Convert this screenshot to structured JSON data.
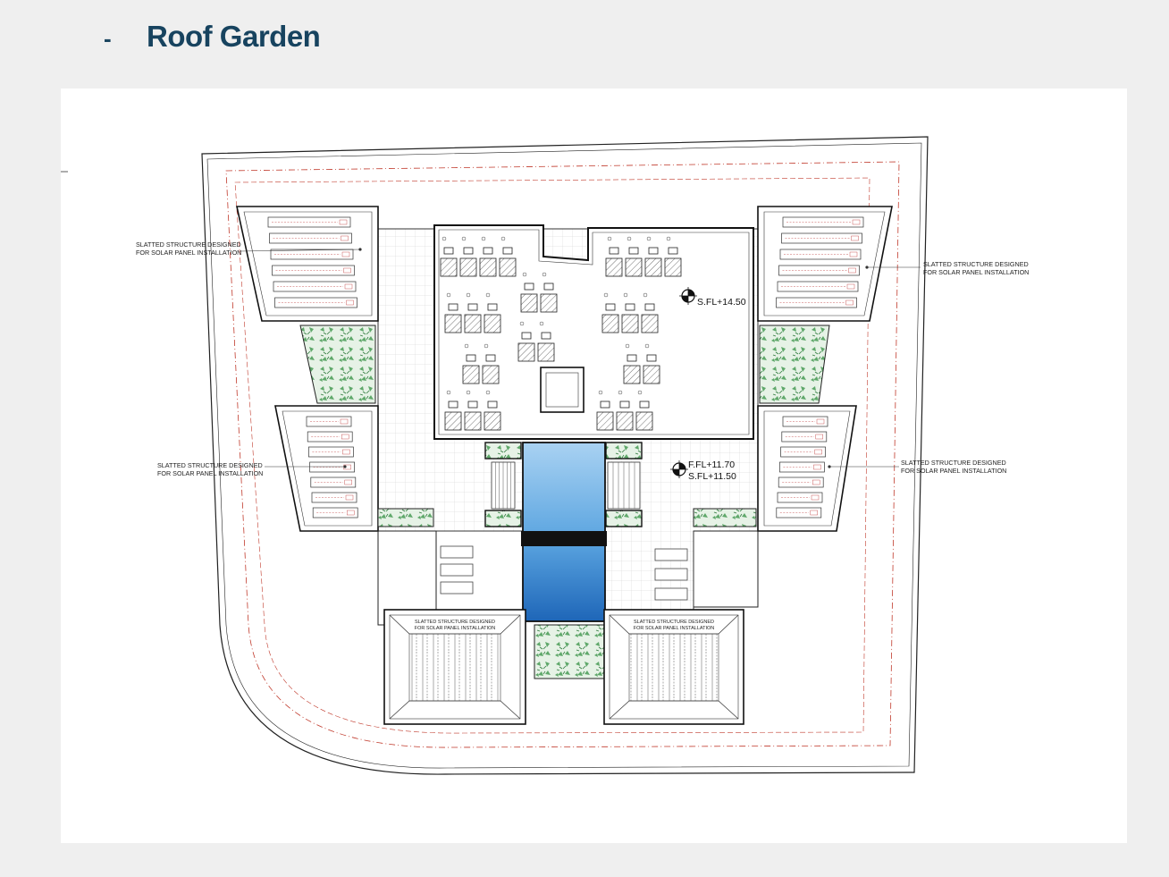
{
  "header": {
    "dash": "-",
    "title": "Roof Garden"
  },
  "plan": {
    "annotations": {
      "solar_top_left": [
        "SLATTED STRUCTURE DESIGNED",
        "FOR SOLAR PANEL INSTALLATION"
      ],
      "solar_top_right": [
        "SLATTED STRUCTURE DESIGNED",
        "FOR SOLAR PANEL INSTALLATION"
      ],
      "solar_mid_left": [
        "SLATTED STRUCTURE DESIGNED",
        "FOR SOLAR PANEL INSTALLATION"
      ],
      "solar_mid_right": [
        "SLATTED STRUCTURE DESIGNED",
        "FOR SOLAR PANEL INSTALLATION"
      ],
      "solar_bottom_left": [
        "SLATTED STRUCTURE DESIGNED",
        "FOR SOLAR PANEL INSTALLATION"
      ],
      "solar_bottom_right": [
        "SLATTED STRUCTURE DESIGNED",
        "FOR SOLAR PANEL INSTALLATION"
      ]
    },
    "levels": {
      "upper": "S.FL+14.50",
      "lower_ffl": "F.FL+11.70",
      "lower_sfl": "S.FL+11.50"
    },
    "colors": {
      "linework": "#1a1a1a",
      "setback_line": "#c0392b",
      "planting": "#5fa86a",
      "water": "#3d8fd6"
    }
  }
}
